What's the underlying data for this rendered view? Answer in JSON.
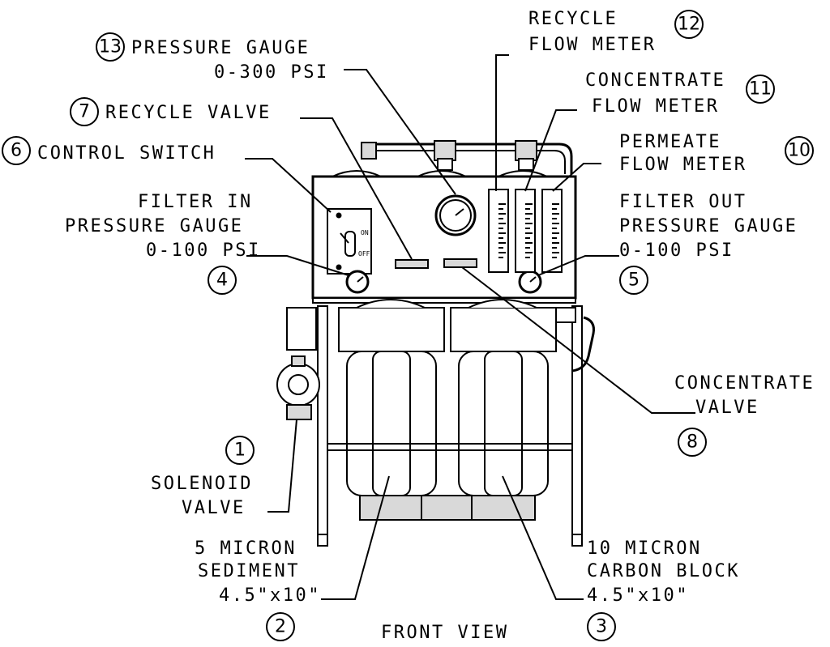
{
  "view_title": "FRONT VIEW",
  "callouts": [
    {
      "number": "13",
      "lines": [
        "PRESSURE GAUGE",
        "0-300 PSI"
      ]
    },
    {
      "number": "12",
      "lines": [
        "RECYCLE",
        "FLOW METER"
      ]
    },
    {
      "number": "11",
      "lines": [
        "CONCENTRATE",
        "FLOW METER"
      ]
    },
    {
      "number": "10",
      "lines": [
        "PERMEATE",
        "FLOW METER"
      ]
    },
    {
      "number": "7",
      "lines": [
        "RECYCLE VALVE"
      ]
    },
    {
      "number": "6",
      "lines": [
        "CONTROL SWITCH"
      ]
    },
    {
      "number": "4",
      "lines": [
        "FILTER IN",
        "PRESSURE GAUGE",
        "0-100 PSI"
      ]
    },
    {
      "number": "5",
      "lines": [
        "FILTER OUT",
        "PRESSURE GAUGE",
        "0-100 PSI"
      ]
    },
    {
      "number": "8",
      "lines": [
        "CONCENTRATE",
        "VALVE"
      ]
    },
    {
      "number": "1",
      "lines": [
        "SOLENOID",
        "VALVE"
      ]
    },
    {
      "number": "2",
      "lines": [
        "5 MICRON",
        "SEDIMENT",
        "4.5\"x10\""
      ]
    },
    {
      "number": "3",
      "lines": [
        "10 MICRON",
        "CARBON BLOCK",
        "4.5\"x10\""
      ]
    }
  ],
  "switch_labels": {
    "on": "ON",
    "off": "OFF"
  }
}
